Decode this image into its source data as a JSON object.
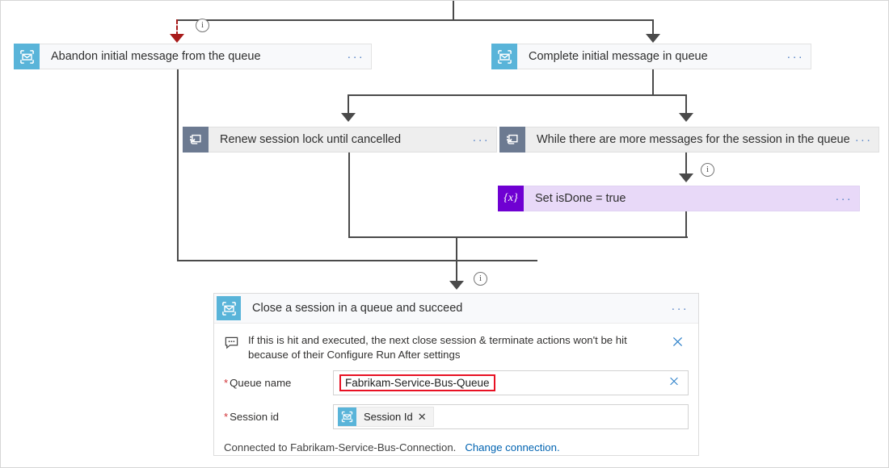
{
  "colors": {
    "servicebus_icon": "#59b4d9",
    "loop_icon": "#6c7a91",
    "variable_icon": "#6f00d2",
    "connector": "#4a4a4a",
    "run_after_red": "#a81b1b",
    "highlight_red": "#e81123",
    "link_blue": "#0063b1",
    "required_red": "#d13438"
  },
  "nodes": {
    "abandon": {
      "title": "Abandon initial message from the queue",
      "icon": "service-bus-icon",
      "menu": "···"
    },
    "complete": {
      "title": "Complete initial message in queue",
      "icon": "service-bus-icon",
      "menu": "···"
    },
    "renew": {
      "title": "Renew session lock until cancelled",
      "icon": "until-loop-icon",
      "menu": "···"
    },
    "while": {
      "title": "While there are more messages for the session in the queue",
      "icon": "until-loop-icon",
      "menu": "···"
    },
    "setvar": {
      "title": "Set isDone = true",
      "icon": "variable-icon",
      "icon_glyph": "{x}",
      "menu": "···"
    }
  },
  "panel": {
    "title": "Close a session in a queue and succeed",
    "icon": "service-bus-icon",
    "menu": "···",
    "note": "If this is hit and executed, the next close session & terminate actions won't be hit because of their Configure Run After settings",
    "fields": [
      {
        "label": "Queue name",
        "required": true,
        "value": "Fabrikam-Service-Bus-Queue",
        "highlighted": true,
        "clear": "✕"
      },
      {
        "label": "Session id",
        "required": true,
        "token": "Session Id",
        "token_remove": "✕"
      }
    ],
    "connection_text": "Connected to Fabrikam-Service-Bus-Connection.",
    "change_connection_link": "Change connection."
  },
  "info_badges": {
    "glyph": "i",
    "count": 3,
    "labels": [
      "run-after-info-abandon",
      "run-after-info-setvar",
      "run-after-info-close-session"
    ]
  }
}
